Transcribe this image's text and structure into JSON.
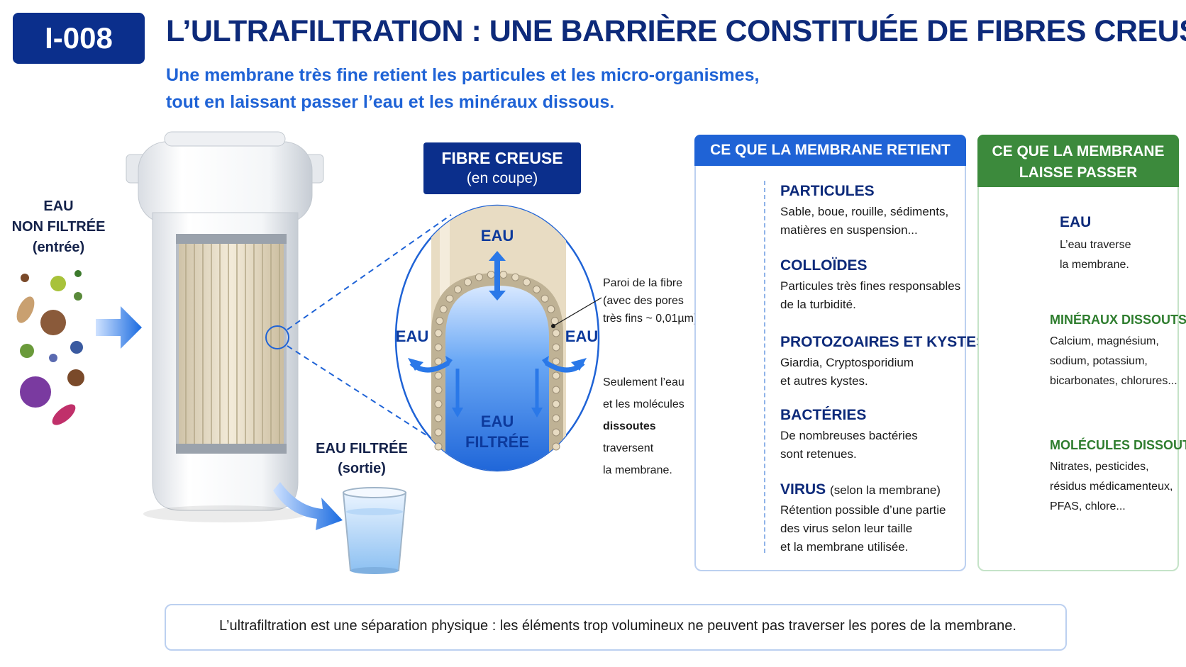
{
  "header": {
    "code": "I-008",
    "title": "L’ULTRAFILTRATION : UNE BARRIÈRE CONSTITUÉE DE FIBRES CREUSES",
    "subtitle_line1": "Une membrane très fine retient les particules et les micro-organismes,",
    "subtitle_line2": "tout en laissant passer l’eau et les minéraux dissous."
  },
  "inlet": {
    "line1": "EAU",
    "line2": "NON FILTRÉE",
    "line3": "(entrée)"
  },
  "outlet": {
    "line1": "EAU FILTRÉE",
    "line2": "(sortie)"
  },
  "fiber": {
    "box_title": "FIBRE CREUSE",
    "box_subtitle": "(en coupe)",
    "water_top": "EAU",
    "water_left": "EAU",
    "water_right": "EAU",
    "filtered_line1": "EAU",
    "filtered_line2": "FILTRÉE",
    "wall_note": [
      "Paroi de la fibre",
      "(avec des pores",
      "très fins ~ 0,01µm)"
    ],
    "passage_note": [
      "Seulement l’eau",
      "et les molécules",
      "dissoutes",
      "traversent",
      "la membrane."
    ]
  },
  "retain_panel": {
    "header": "CE QUE LA MEMBRANE RETIENT",
    "items": [
      {
        "title": "PARTICULES",
        "note": "",
        "icon": "particle-icon",
        "desc": [
          "Sable, boue, rouille, sédiments,",
          "matières en suspension..."
        ]
      },
      {
        "title": "COLLOÏDES",
        "note": "",
        "icon": "colloid-icon",
        "desc": [
          "Particules très fines responsables",
          "de la turbidité."
        ]
      },
      {
        "title": "PROTOZOAIRES ET KYSTES",
        "note": "",
        "icon": "protozoa-icon",
        "desc": [
          "Giardia, Cryptosporidium",
          "et autres kystes."
        ]
      },
      {
        "title": "BACTÉRIES",
        "note": "",
        "icon": "bacteria-icon",
        "desc": [
          "De nombreuses bactéries",
          "sont retenues."
        ]
      },
      {
        "title": "VIRUS",
        "note": "(selon la membrane)",
        "icon": "virus-icon",
        "desc": [
          "Rétention possible d’une partie",
          "des virus selon leur taille",
          "et la membrane utilisée."
        ]
      }
    ]
  },
  "pass_panel": {
    "header_line1": "CE QUE LA MEMBRANE",
    "header_line2": "LAISSE PASSER",
    "items": [
      {
        "title": "EAU",
        "icon": "water-molecule-icon",
        "desc": [
          "L’eau traverse",
          "la membrane."
        ]
      },
      {
        "title": "MINÉRAUX DISSOUTS",
        "icon": "mineral-molecule-icon",
        "desc": [
          "Calcium, magnésium,",
          "sodium, potassium,",
          "bicarbonates, chlorures..."
        ]
      },
      {
        "title": "MOLÉCULES DISSOUTES",
        "icon": "organic-molecule-icon",
        "desc": [
          "Nitrates, pesticides,",
          "résidus médicamenteux,",
          "PFAS, chlore..."
        ]
      }
    ]
  },
  "footer": {
    "icon": "check-icon",
    "text": "L’ultrafiltration est une séparation physique : les éléments trop volumineux ne peuvent pas traverser les pores de la membrane."
  },
  "colors": {
    "navy": "#0b2f8c",
    "blue": "#1f63d6",
    "green": "#3c8a3c",
    "water": "#3a8ef0"
  }
}
